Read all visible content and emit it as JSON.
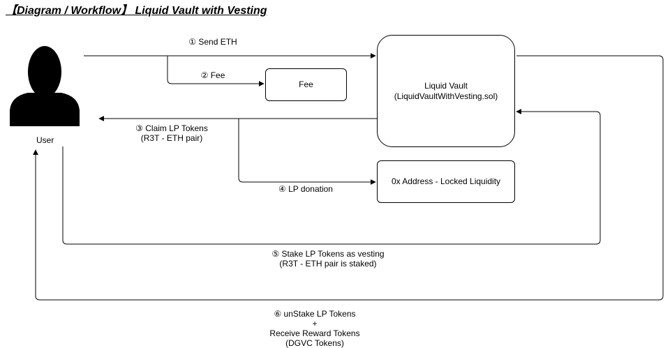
{
  "title": "【Diagram / Workflow】 Liquid Vault with Vesting",
  "actor": {
    "label": "User",
    "icon": "user-icon"
  },
  "nodes": {
    "fee": {
      "label": "Fee"
    },
    "vault": {
      "line1": "Liquid Vault",
      "line2": "(LiquidVaultWithVesting.sol)"
    },
    "locked": {
      "label": "0x Address - Locked Liquidity"
    }
  },
  "edges": {
    "send_eth": "① Send ETH",
    "fee": "② Fee",
    "claim_lp": {
      "line1": "③ Claim LP Tokens",
      "line2": "(R3T - ETH pair)"
    },
    "lp_donation": "④ LP donation",
    "stake": {
      "line1": "⑤ Stake LP Tokens as vesting",
      "line2": "(R3T - ETH pair is staked)"
    },
    "unstake": {
      "line1": "⑥ unStake LP Tokens",
      "line2": "+",
      "line3": "Receive Reward Tokens",
      "line4": "(DGVC Tokens)"
    }
  }
}
